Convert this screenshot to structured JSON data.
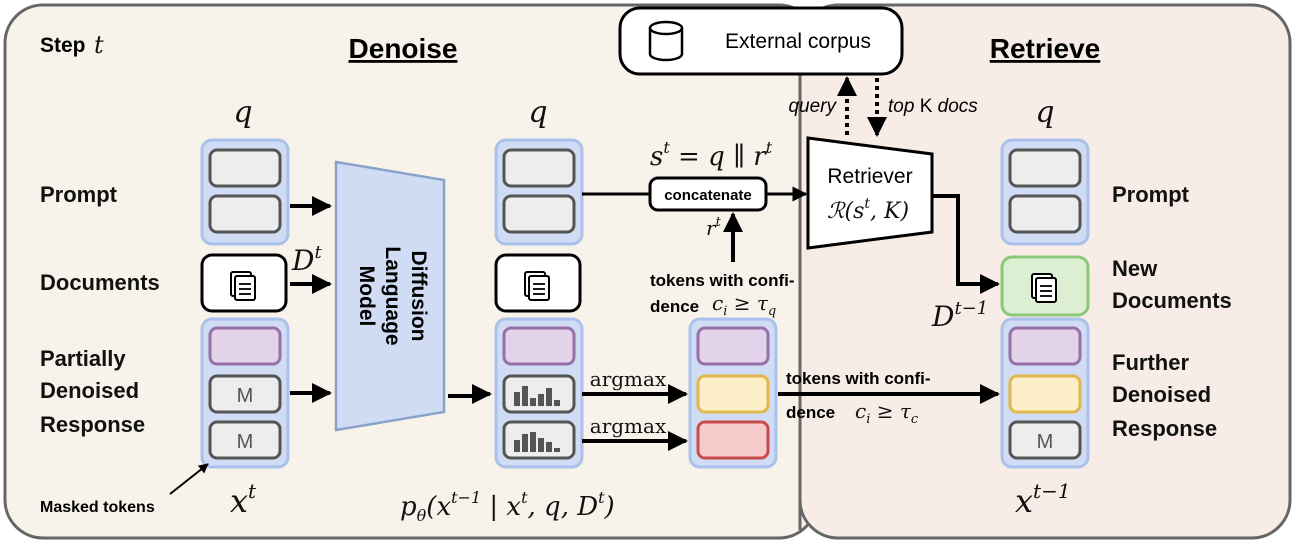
{
  "step": {
    "label": "Step",
    "var": "t"
  },
  "panels": {
    "denoise": "Denoise",
    "retrieve": "Retrieve"
  },
  "corpus": {
    "label": "External corpus",
    "query": "query",
    "topk_pre": "top",
    "topk_k": "K",
    "topk_post": "docs"
  },
  "left_block": {
    "q": "q",
    "prompt": "Prompt",
    "documents": "Documents",
    "dt": "D",
    "dt_sup": "t",
    "partial": [
      "Partially",
      "Denoised",
      "Response"
    ],
    "mask": "M",
    "masked_tokens": "Masked tokens",
    "xt": "x",
    "xt_sup": "t"
  },
  "model": [
    "Diffusion",
    "Language",
    "Model"
  ],
  "middle_block": {
    "q": "q",
    "argmax": "argmax",
    "p_theta": "p",
    "p_theta_sub": "θ",
    "p_theta_args": "(x",
    "p_theta_args_sup": "t−1",
    "p_theta_args_rest": " | x",
    "p_theta_args_rest_sup": "t",
    "p_theta_args_tail": ", q, D",
    "p_theta_args_tail_sup": "t",
    "p_theta_close": ")"
  },
  "concat": {
    "label": "concatenate",
    "st_lhs": "s",
    "st_lhs_sup": "t",
    "st_rhs": " = q ∥ r",
    "st_rhs_sup": "t",
    "rt": "r",
    "rt_sup": "t",
    "conf_q_1": "tokens with confi-",
    "conf_q_2": "dence",
    "conf_q_math": "c",
    "conf_q_sub": "i",
    "conf_q_rel": " ≥ τ",
    "conf_q_rel_sub": "q"
  },
  "conf_c": {
    "line1": "tokens with confi-",
    "line2": "dence",
    "math": "c",
    "sub": "i",
    "rel": " ≥ τ",
    "rel_sub": "c"
  },
  "retriever": {
    "label": "Retriever",
    "func": "ℛ(s",
    "func_sup": "t",
    "func_tail": ", K)"
  },
  "right_block": {
    "q": "q",
    "prompt": "Prompt",
    "new_docs": [
      "New",
      "Documents"
    ],
    "dt1": "D",
    "dt1_sup": "t−1",
    "further": [
      "Further",
      "Denoised",
      "Response"
    ],
    "mask": "M",
    "xt1": "x",
    "xt1_sup": "t−1"
  },
  "colors": {
    "denoise_bg": "#f7f3ea",
    "retrieve_bg": "#f8ede6",
    "block_fill": "#cfdcf3",
    "block_stroke": "#a9c1eb",
    "token_gray": "#ededed",
    "purple": "#e3d3ea",
    "purple_stroke": "#9671a8",
    "yellow": "#fcefc8",
    "yellow_stroke": "#e1b84a",
    "red": "#f6cbcb",
    "red_stroke": "#c94b4b",
    "green": "#dcefd3",
    "green_stroke": "#8cc777"
  }
}
